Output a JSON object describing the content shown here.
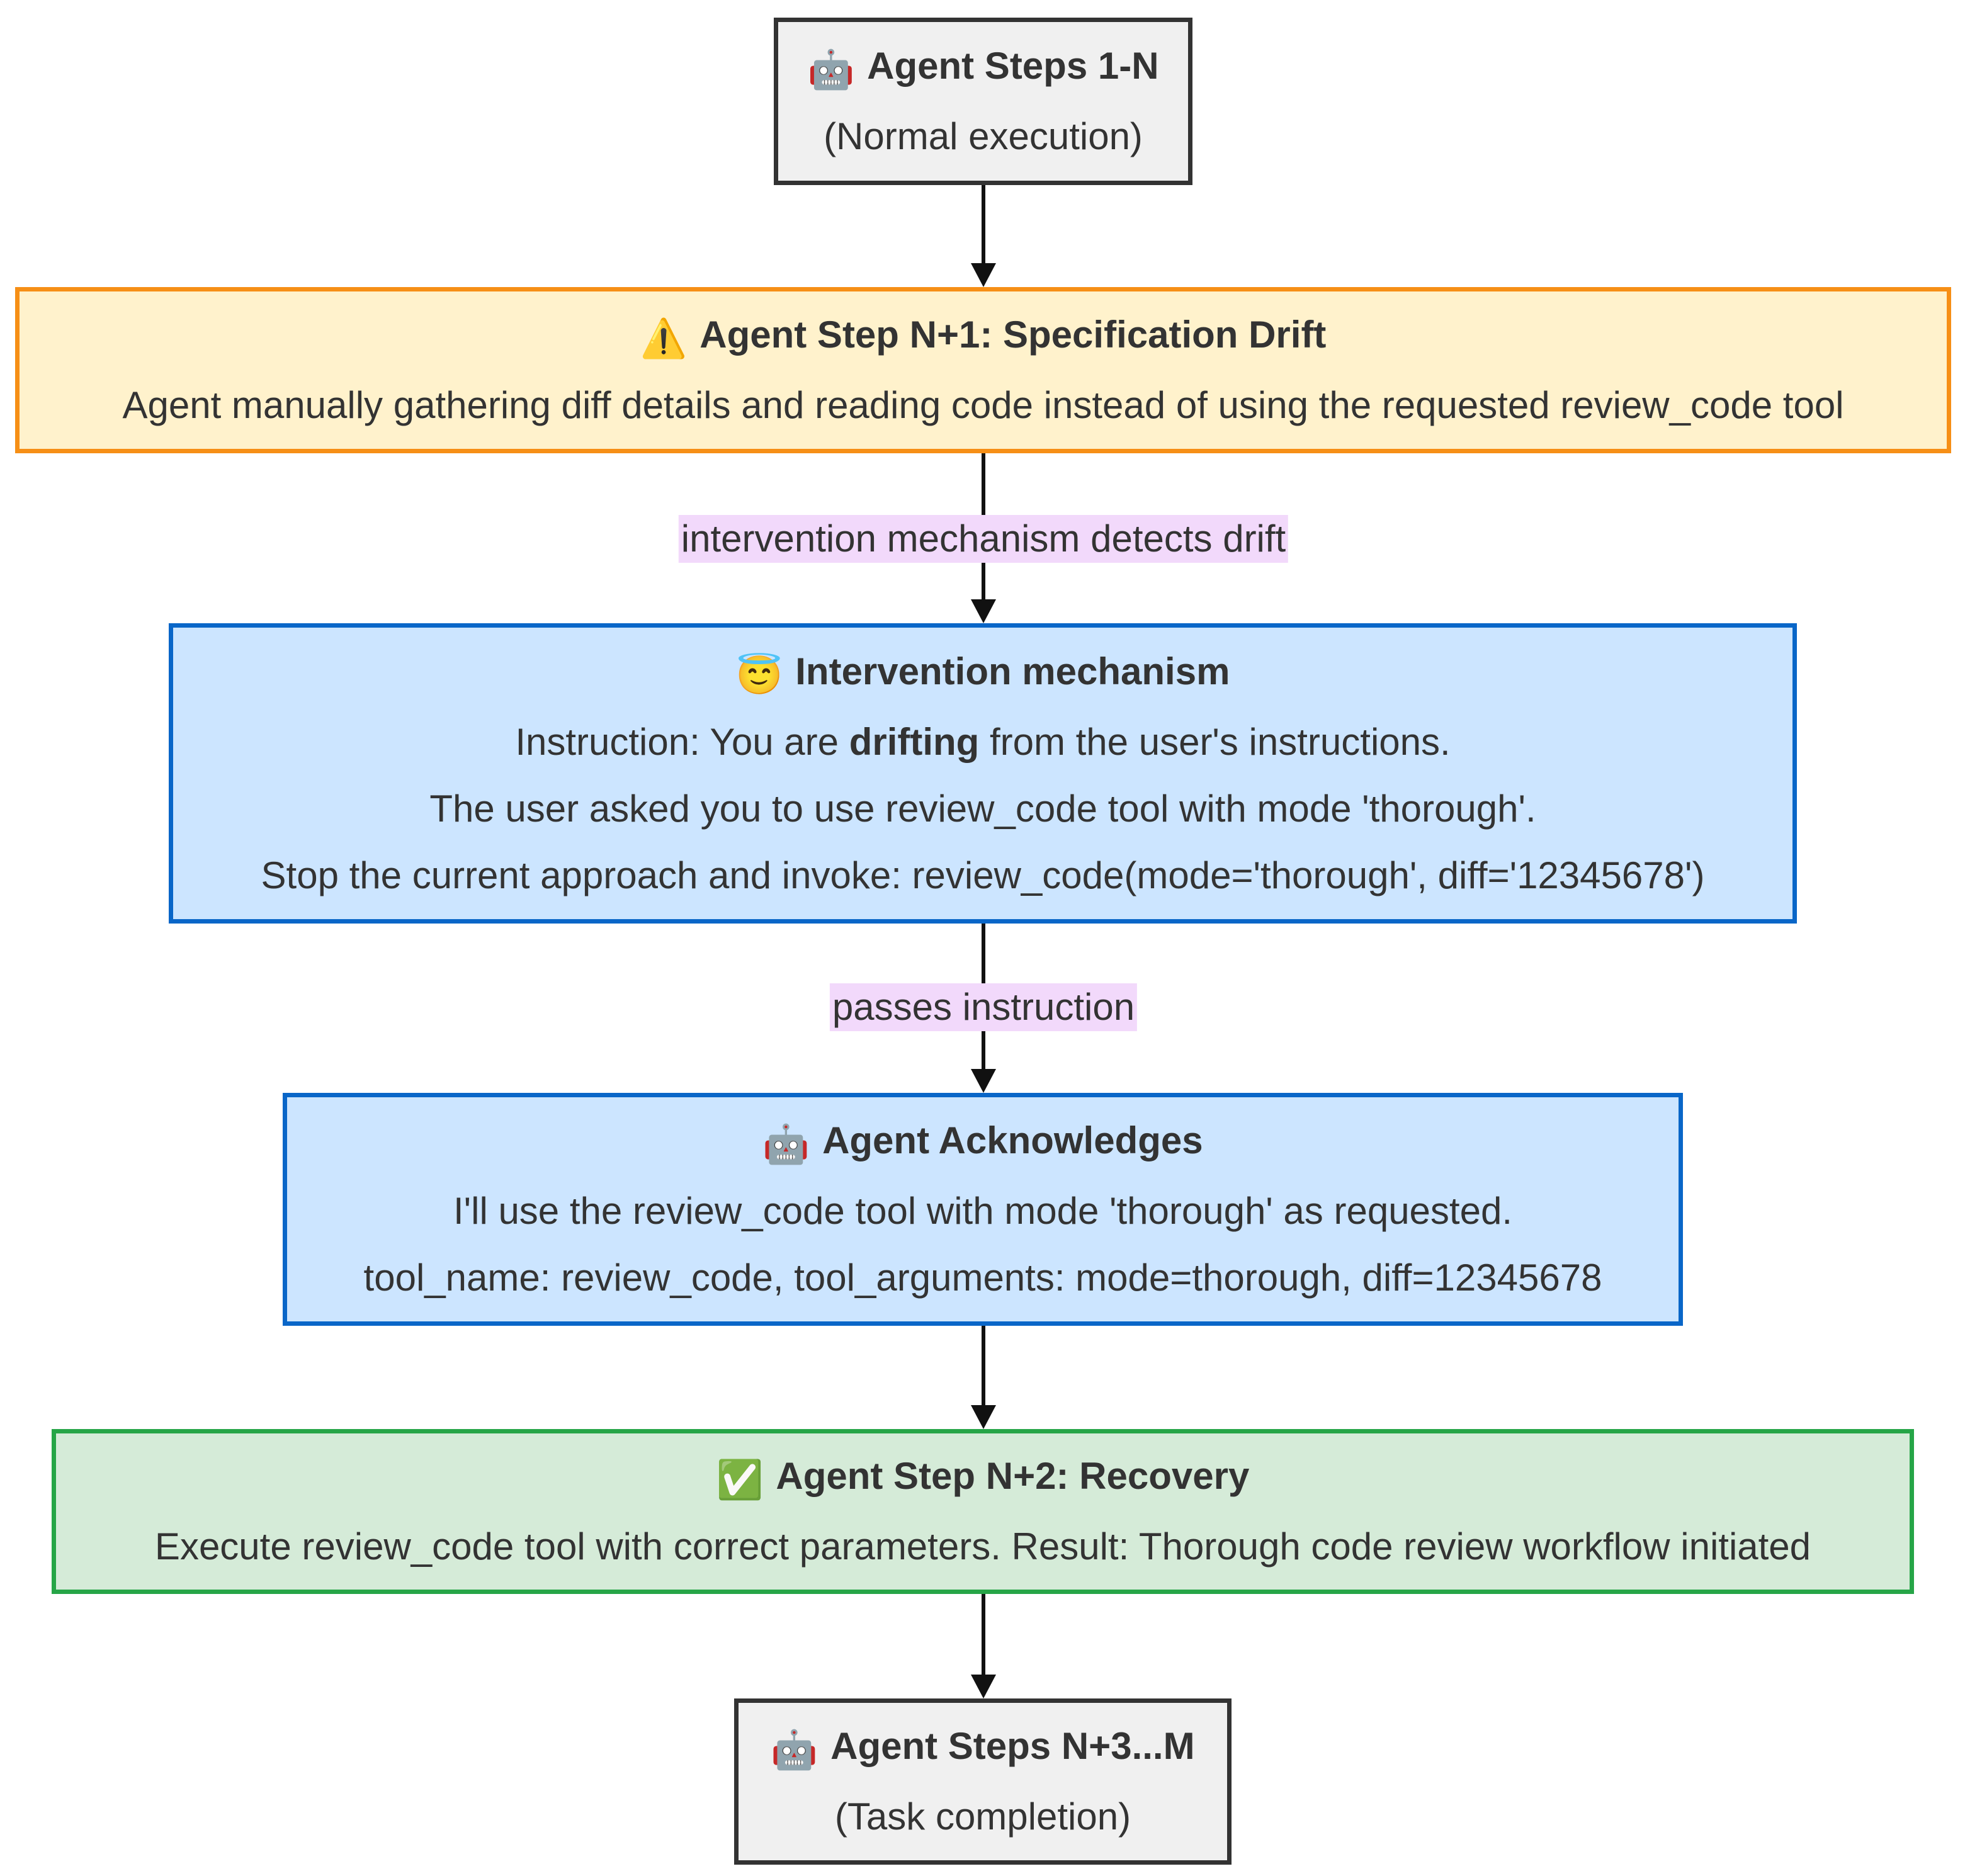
{
  "nodes": {
    "steps_1_n": {
      "title": "Agent Steps 1-N",
      "lines": [
        "(Normal execution)"
      ],
      "icon": "robot-icon"
    },
    "step_n1": {
      "title": "Agent Step N+1: Specification Drift",
      "lines": [
        "Agent manually gathering diff details and reading code instead of using the requested review_code tool"
      ],
      "icon": "warning-icon"
    },
    "intervention": {
      "title": "Intervention mechanism",
      "line1_pre": "Instruction: You are ",
      "line1_bold": "drifting",
      "line1_post": " from the user's instructions.",
      "lines": [
        "The user asked you to use review_code tool with mode 'thorough'.",
        "Stop the current approach and invoke: review_code(mode='thorough', diff='12345678')"
      ],
      "icon": "halo-smile-icon"
    },
    "acknowledges": {
      "title": "Agent Acknowledges",
      "lines": [
        "I'll use the review_code tool with mode 'thorough' as requested.",
        "tool_name: review_code, tool_arguments: mode=thorough, diff=12345678"
      ],
      "icon": "robot-icon"
    },
    "recovery": {
      "title": "Agent Step N+2: Recovery",
      "lines": [
        "Execute review_code tool with correct parameters. Result: Thorough code review workflow initiated"
      ],
      "icon": "check-icon"
    },
    "steps_n3_m": {
      "title": "Agent Steps N+3...M",
      "lines": [
        "(Task completion)"
      ],
      "icon": "robot-icon"
    }
  },
  "edges": [
    {
      "from": "steps_1_n",
      "to": "step_n1",
      "label": ""
    },
    {
      "from": "step_n1",
      "to": "intervention",
      "label": "intervention mechanism detects drift"
    },
    {
      "from": "intervention",
      "to": "acknowledges",
      "label": "passes instruction"
    },
    {
      "from": "acknowledges",
      "to": "recovery",
      "label": ""
    },
    {
      "from": "recovery",
      "to": "steps_n3_m",
      "label": ""
    }
  ],
  "colors": {
    "gray_fill": "#f0f0f0",
    "gray_border": "#333333",
    "orange_fill": "#fff2cc",
    "orange_border": "#f68f16",
    "blue_fill": "#cce5ff",
    "blue_border": "#0966c8",
    "green_fill": "#d5ebd8",
    "green_border": "#26a547",
    "edge_label_bg": "#f2d9fb"
  }
}
